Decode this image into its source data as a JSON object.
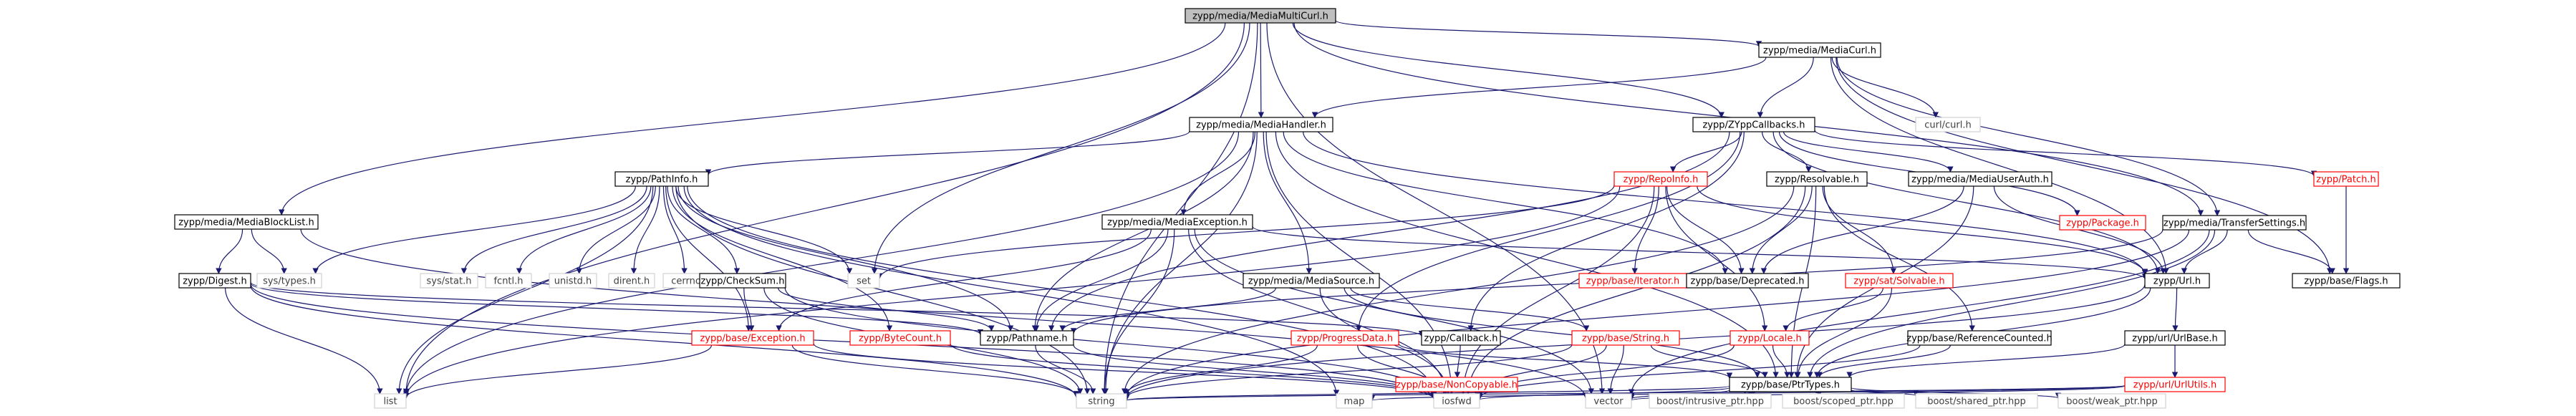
{
  "nodes": [
    {
      "id": "root",
      "label": "zypp/media/MediaMultiCurl.h",
      "kind": "root"
    },
    {
      "id": "mediacurl",
      "label": "zypp/media/MediaCurl.h",
      "kind": "normal"
    },
    {
      "id": "mediahandler",
      "label": "zypp/media/MediaHandler.h",
      "kind": "normal"
    },
    {
      "id": "zyppcallbacks",
      "label": "zypp/ZYppCallbacks.h",
      "kind": "normal"
    },
    {
      "id": "curl",
      "label": "curl/curl.h",
      "kind": "leaf"
    },
    {
      "id": "mediablocklist",
      "label": "zypp/media/MediaBlockList.h",
      "kind": "normal"
    },
    {
      "id": "pathinfo",
      "label": "zypp/PathInfo.h",
      "kind": "normal"
    },
    {
      "id": "mediaexception",
      "label": "zypp/media/MediaException.h",
      "kind": "normal"
    },
    {
      "id": "repoinfo",
      "label": "zypp/RepoInfo.h",
      "kind": "red"
    },
    {
      "id": "resolvable",
      "label": "zypp/Resolvable.h",
      "kind": "normal"
    },
    {
      "id": "mediauserauth",
      "label": "zypp/media/MediaUserAuth.h",
      "kind": "normal"
    },
    {
      "id": "package",
      "label": "zypp/Package.h",
      "kind": "red"
    },
    {
      "id": "transfersettings",
      "label": "zypp/media/TransferSettings.h",
      "kind": "normal"
    },
    {
      "id": "patch",
      "label": "zypp/Patch.h",
      "kind": "red"
    },
    {
      "id": "digest",
      "label": "zypp/Digest.h",
      "kind": "normal"
    },
    {
      "id": "systypes",
      "label": "sys/types.h",
      "kind": "leaf"
    },
    {
      "id": "sysstat",
      "label": "sys/stat.h",
      "kind": "leaf"
    },
    {
      "id": "fcntl",
      "label": "fcntl.h",
      "kind": "leaf"
    },
    {
      "id": "unistd",
      "label": "unistd.h",
      "kind": "leaf"
    },
    {
      "id": "dirent",
      "label": "dirent.h",
      "kind": "leaf"
    },
    {
      "id": "cerrno",
      "label": "cerrno",
      "kind": "leaf"
    },
    {
      "id": "checksum",
      "label": "zypp/CheckSum.h",
      "kind": "normal"
    },
    {
      "id": "set",
      "label": "set",
      "kind": "leaf"
    },
    {
      "id": "mediasource",
      "label": "zypp/media/MediaSource.h",
      "kind": "normal"
    },
    {
      "id": "baseiterator",
      "label": "zypp/base/Iterator.h",
      "kind": "red"
    },
    {
      "id": "deprecated",
      "label": "zypp/base/Deprecated.h",
      "kind": "normal"
    },
    {
      "id": "solvable",
      "label": "zypp/sat/Solvable.h",
      "kind": "red"
    },
    {
      "id": "url",
      "label": "zypp/Url.h",
      "kind": "normal"
    },
    {
      "id": "flags",
      "label": "zypp/base/Flags.h",
      "kind": "normal"
    },
    {
      "id": "baseexception",
      "label": "zypp/base/Exception.h",
      "kind": "red"
    },
    {
      "id": "bytecount",
      "label": "zypp/ByteCount.h",
      "kind": "red"
    },
    {
      "id": "pathname",
      "label": "zypp/Pathname.h",
      "kind": "normal"
    },
    {
      "id": "progressdata",
      "label": "zypp/ProgressData.h",
      "kind": "red"
    },
    {
      "id": "callback",
      "label": "zypp/Callback.h",
      "kind": "normal"
    },
    {
      "id": "basestring",
      "label": "zypp/base/String.h",
      "kind": "red"
    },
    {
      "id": "locale",
      "label": "zypp/Locale.h",
      "kind": "red"
    },
    {
      "id": "refcounted",
      "label": "zypp/base/ReferenceCounted.h",
      "kind": "normal"
    },
    {
      "id": "urlbase",
      "label": "zypp/url/UrlBase.h",
      "kind": "normal"
    },
    {
      "id": "list",
      "label": "list",
      "kind": "leaf"
    },
    {
      "id": "iosfwd",
      "label": "iosfwd",
      "kind": "leaf"
    },
    {
      "id": "noncopyable",
      "label": "zypp/base/NonCopyable.h",
      "kind": "red"
    },
    {
      "id": "ptrtypes",
      "label": "zypp/base/PtrTypes.h",
      "kind": "normal"
    },
    {
      "id": "urlutils",
      "label": "zypp/url/UrlUtils.h",
      "kind": "red"
    },
    {
      "id": "map",
      "label": "map",
      "kind": "leaf"
    },
    {
      "id": "string",
      "label": "string",
      "kind": "leaf"
    },
    {
      "id": "vector",
      "label": "vector",
      "kind": "leaf"
    },
    {
      "id": "intrusive",
      "label": "boost/intrusive_ptr.hpp",
      "kind": "leaf"
    },
    {
      "id": "scoped",
      "label": "boost/scoped_ptr.hpp",
      "kind": "leaf"
    },
    {
      "id": "shared",
      "label": "boost/shared_ptr.hpp",
      "kind": "leaf"
    },
    {
      "id": "weak",
      "label": "boost/weak_ptr.hpp",
      "kind": "leaf"
    }
  ],
  "edges": [
    [
      "root",
      "mediacurl"
    ],
    [
      "root",
      "mediahandler"
    ],
    [
      "root",
      "zyppcallbacks"
    ],
    [
      "root",
      "mediablocklist"
    ],
    [
      "root",
      "set"
    ],
    [
      "root",
      "transfersettings"
    ],
    [
      "root",
      "list"
    ],
    [
      "root",
      "string"
    ],
    [
      "root",
      "vector"
    ],
    [
      "mediacurl",
      "mediahandler"
    ],
    [
      "mediacurl",
      "zyppcallbacks"
    ],
    [
      "mediacurl",
      "curl"
    ],
    [
      "mediacurl",
      "transfersettings"
    ],
    [
      "mediacurl",
      "flags"
    ],
    [
      "mediacurl",
      "url"
    ],
    [
      "mediahandler",
      "pathinfo"
    ],
    [
      "mediahandler",
      "mediaexception"
    ],
    [
      "mediahandler",
      "mediasource"
    ],
    [
      "mediahandler",
      "pathname"
    ],
    [
      "mediahandler",
      "deprecated"
    ],
    [
      "mediahandler",
      "url"
    ],
    [
      "mediahandler",
      "ptrtypes"
    ],
    [
      "mediahandler",
      "list"
    ],
    [
      "mediahandler",
      "iosfwd"
    ],
    [
      "mediahandler",
      "string"
    ],
    [
      "zyppcallbacks",
      "repoinfo"
    ],
    [
      "zyppcallbacks",
      "resolvable"
    ],
    [
      "zyppcallbacks",
      "mediauserauth"
    ],
    [
      "zyppcallbacks",
      "package"
    ],
    [
      "zyppcallbacks",
      "patch"
    ],
    [
      "zyppcallbacks",
      "url"
    ],
    [
      "zyppcallbacks",
      "callback"
    ],
    [
      "zyppcallbacks",
      "progressdata"
    ],
    [
      "zyppcallbacks",
      "pathname"
    ],
    [
      "mediablocklist",
      "digest"
    ],
    [
      "mediablocklist",
      "systypes"
    ],
    [
      "mediablocklist",
      "vector"
    ],
    [
      "pathinfo",
      "systypes"
    ],
    [
      "pathinfo",
      "sysstat"
    ],
    [
      "pathinfo",
      "fcntl"
    ],
    [
      "pathinfo",
      "unistd"
    ],
    [
      "pathinfo",
      "dirent"
    ],
    [
      "pathinfo",
      "cerrno"
    ],
    [
      "pathinfo",
      "checksum"
    ],
    [
      "pathinfo",
      "set"
    ],
    [
      "pathinfo",
      "bytecount"
    ],
    [
      "pathinfo",
      "pathname"
    ],
    [
      "pathinfo",
      "list"
    ],
    [
      "pathinfo",
      "iosfwd"
    ],
    [
      "pathinfo",
      "string"
    ],
    [
      "pathinfo",
      "map"
    ],
    [
      "pathinfo",
      "baseexception"
    ],
    [
      "mediaexception",
      "baseexception"
    ],
    [
      "mediaexception",
      "pathname"
    ],
    [
      "mediaexception",
      "url"
    ],
    [
      "mediaexception",
      "iosfwd"
    ],
    [
      "mediaexception",
      "string"
    ],
    [
      "mediaexception",
      "vector"
    ],
    [
      "repoinfo",
      "set"
    ],
    [
      "repoinfo",
      "baseiterator"
    ],
    [
      "repoinfo",
      "deprecated"
    ],
    [
      "repoinfo",
      "url"
    ],
    [
      "repoinfo",
      "locale"
    ],
    [
      "repoinfo",
      "list"
    ],
    [
      "repoinfo",
      "iosfwd"
    ],
    [
      "resolvable",
      "deprecated"
    ],
    [
      "resolvable",
      "solvable"
    ],
    [
      "resolvable",
      "refcounted"
    ],
    [
      "resolvable",
      "ptrtypes"
    ],
    [
      "resolvable",
      "string"
    ],
    [
      "resolvable",
      "iosfwd"
    ],
    [
      "mediauserauth",
      "url"
    ],
    [
      "mediauserauth",
      "ptrtypes"
    ],
    [
      "mediauserauth",
      "deprecated"
    ],
    [
      "transfersettings",
      "url"
    ],
    [
      "transfersettings",
      "flags"
    ],
    [
      "transfersettings",
      "pathname"
    ],
    [
      "transfersettings",
      "ptrtypes"
    ],
    [
      "transfersettings",
      "string"
    ],
    [
      "transfersettings",
      "vector"
    ],
    [
      "patch",
      "flags"
    ],
    [
      "digest",
      "pathname"
    ],
    [
      "digest",
      "string"
    ],
    [
      "digest",
      "list"
    ],
    [
      "digest",
      "iosfwd"
    ],
    [
      "digest",
      "callback"
    ],
    [
      "checksum",
      "baseexception"
    ],
    [
      "checksum",
      "pathname"
    ],
    [
      "checksum",
      "iosfwd"
    ],
    [
      "checksum",
      "string"
    ],
    [
      "mediasource",
      "pathname"
    ],
    [
      "mediasource",
      "basestring"
    ],
    [
      "mediasource",
      "ptrtypes"
    ],
    [
      "mediasource",
      "iosfwd"
    ],
    [
      "solvable",
      "locale"
    ],
    [
      "solvable",
      "ptrtypes"
    ],
    [
      "url",
      "urlbase"
    ],
    [
      "url",
      "ptrtypes"
    ],
    [
      "url",
      "string"
    ],
    [
      "baseexception",
      "list"
    ],
    [
      "baseexception",
      "iosfwd"
    ],
    [
      "baseexception",
      "string"
    ],
    [
      "bytecount",
      "iosfwd"
    ],
    [
      "pathname",
      "iosfwd"
    ],
    [
      "pathname",
      "string"
    ],
    [
      "progressdata",
      "ptrtypes"
    ],
    [
      "progressdata",
      "iosfwd"
    ],
    [
      "progressdata",
      "string"
    ],
    [
      "callback",
      "noncopyable"
    ],
    [
      "basestring",
      "iosfwd"
    ],
    [
      "basestring",
      "ptrtypes"
    ],
    [
      "basestring",
      "string"
    ],
    [
      "basestring",
      "vector"
    ],
    [
      "locale",
      "iosfwd"
    ],
    [
      "locale",
      "ptrtypes"
    ],
    [
      "refcounted",
      "iosfwd"
    ],
    [
      "refcounted",
      "ptrtypes"
    ],
    [
      "urlbase",
      "urlutils"
    ],
    [
      "urlbase",
      "ptrtypes"
    ],
    [
      "urlutils",
      "string"
    ],
    [
      "urlutils",
      "vector"
    ],
    [
      "urlutils",
      "map"
    ],
    [
      "ptrtypes",
      "string"
    ],
    [
      "ptrtypes",
      "intrusive"
    ],
    [
      "ptrtypes",
      "scoped"
    ],
    [
      "ptrtypes",
      "shared"
    ],
    [
      "ptrtypes",
      "weak"
    ],
    [
      "ptrtypes",
      "iosfwd"
    ],
    [
      "ptrtypes",
      "vector"
    ]
  ]
}
